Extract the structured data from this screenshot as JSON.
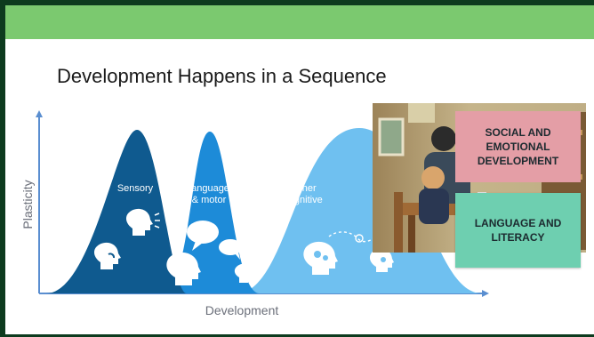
{
  "slide": {
    "title": "Development Happens in a Sequence"
  },
  "chart": {
    "ylabel": "Plasticity",
    "xlabel": "Development",
    "curves": [
      {
        "label": "Sensory",
        "color": "#0f5a8f"
      },
      {
        "label": "Language\n& motor",
        "color": "#1d8bd8"
      },
      {
        "label": "Higher\ncognitive",
        "color": "#6fc0f0"
      }
    ]
  },
  "cards": {
    "social": "SOCIAL AND\nEMOTIONAL\nDEVELOPMENT",
    "language": "LANGUAGE AND\nLITERACY"
  },
  "colors": {
    "band": "#7bc96f",
    "frame": "#0d3b1e",
    "card_social": "#e49ea6",
    "card_language": "#6ecfb0"
  }
}
